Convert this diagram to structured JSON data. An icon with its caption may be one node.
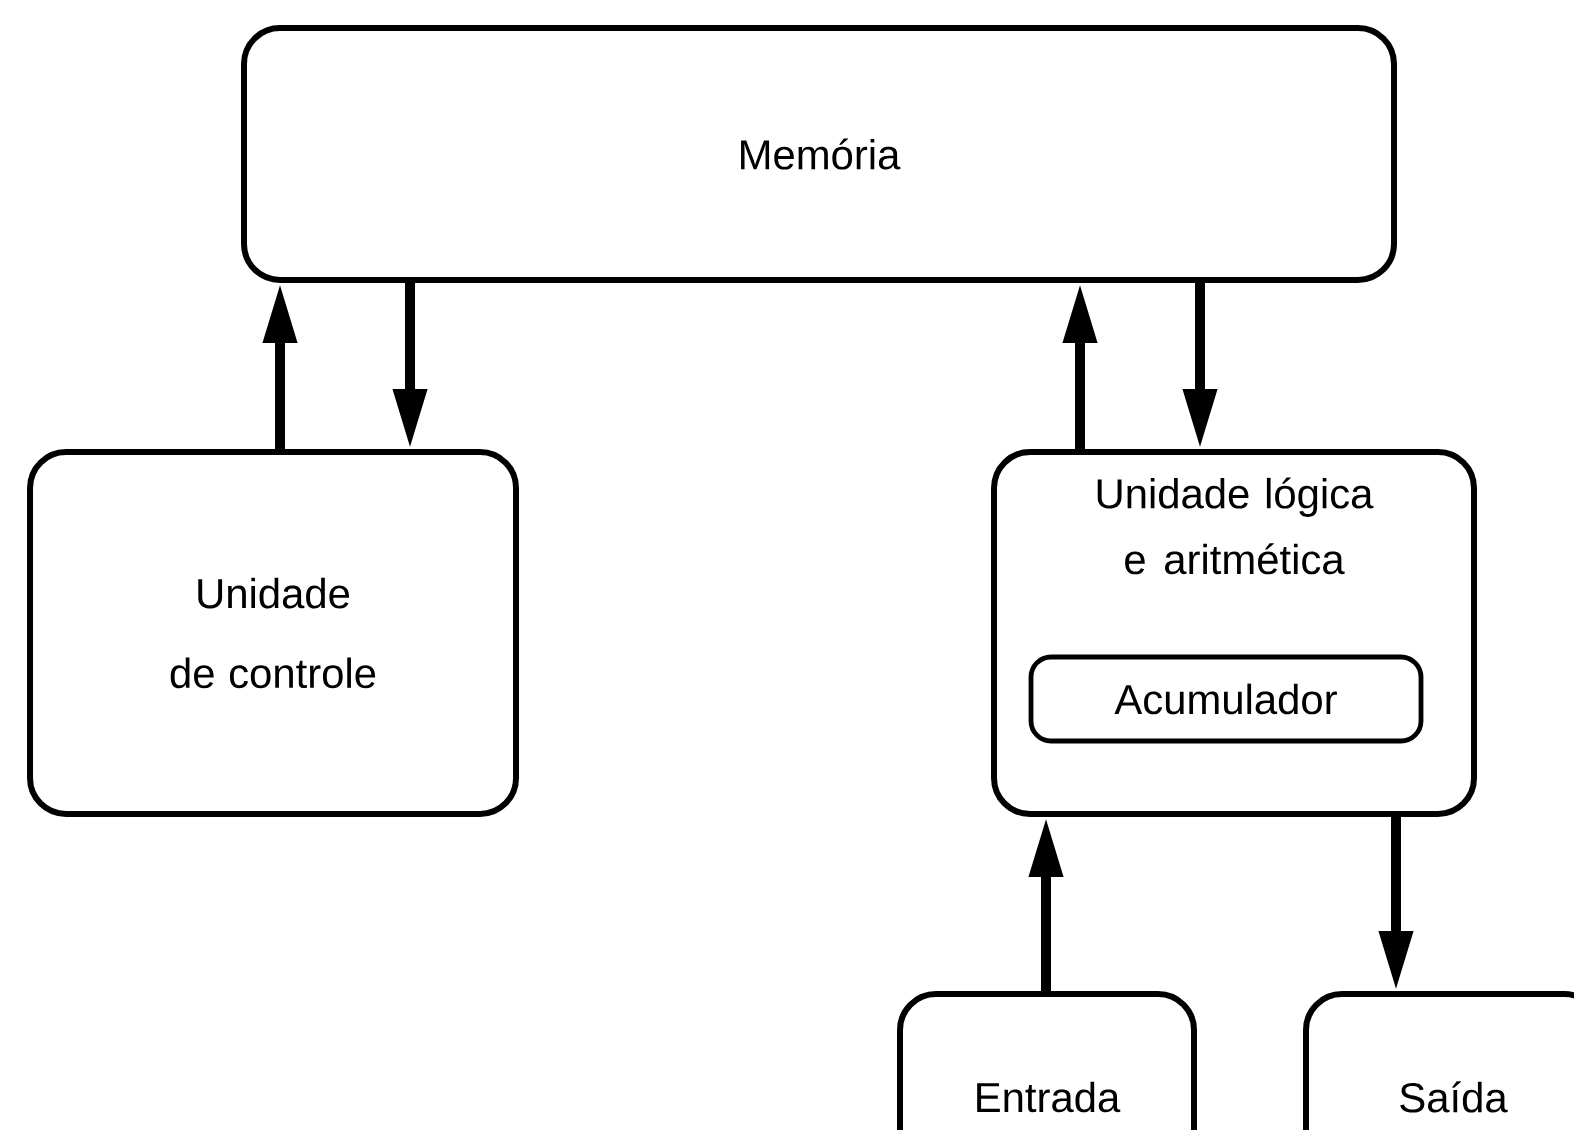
{
  "diagram": {
    "nodes": [
      {
        "text": [
          "Memória"
        ]
      },
      {
        "text": [
          "Unidade de controle"
        ]
      },
      {
        "text": [
          "Unidade lógica e aritmética"
        ]
      },
      {
        "text": [
          "Acumulador"
        ],
        "in": 2
      },
      {
        "text": [
          "Entrada"
        ]
      },
      {
        "text": [
          "Saída"
        ]
      }
    ],
    "edges": [
      {
        "from": 1,
        "to": 0,
        "arrow": "to"
      },
      {
        "from": 0,
        "to": 1,
        "arrow": "to"
      },
      {
        "from": 2,
        "to": 0,
        "arrow": "to"
      },
      {
        "from": 0,
        "to": 2,
        "arrow": "to"
      },
      {
        "from": 4,
        "to": 2,
        "arrow": "to"
      },
      {
        "from": 2,
        "to": 5,
        "arrow": "to"
      }
    ]
  }
}
